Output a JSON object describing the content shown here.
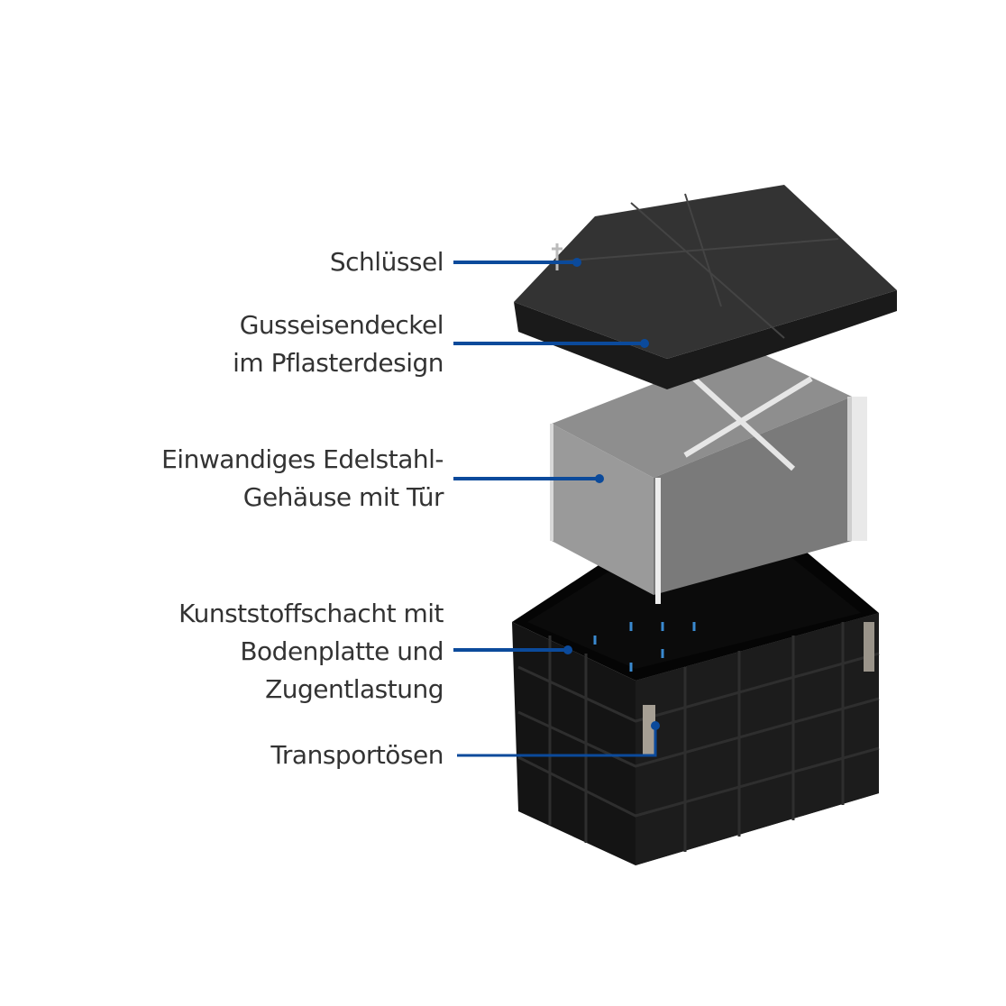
{
  "labels": {
    "key": [
      "Schlüssel"
    ],
    "cover": [
      "Gusseisendeckel",
      "im Pflasterdesign"
    ],
    "housing": [
      "Einwandiges Edelstahl-",
      "Gehäuse mit Tür"
    ],
    "shaft": [
      "Kunststoffschacht mit",
      "Bodenplatte und",
      "Zugentlastung"
    ],
    "eyes": [
      "Transportösen"
    ]
  },
  "colors": {
    "leader": "#0b4a9b",
    "text": "#333333"
  }
}
